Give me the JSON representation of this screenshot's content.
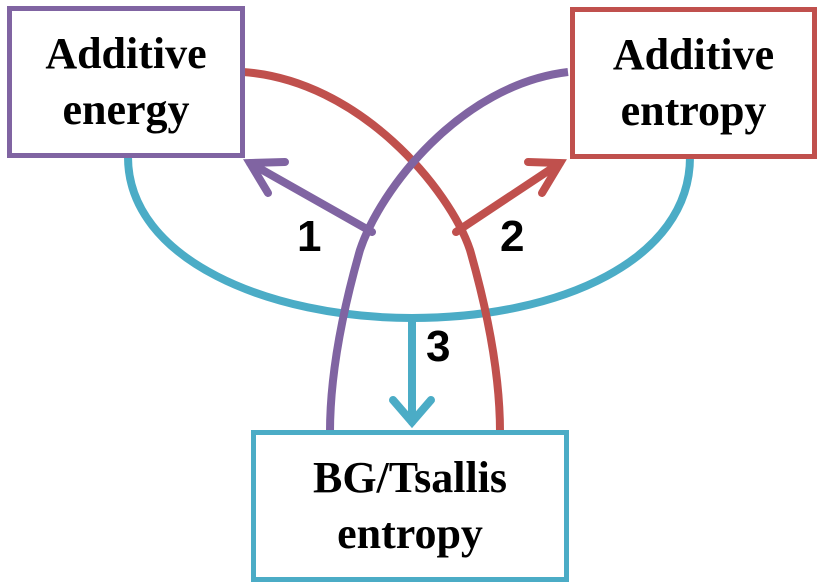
{
  "colors": {
    "purple": "#8064a2",
    "red": "#c0504d",
    "cyan": "#4bacc6"
  },
  "boxes": {
    "energy": {
      "line1": "Additive",
      "line2": "energy"
    },
    "entropy": {
      "line1": "Additive",
      "line2": "entropy"
    },
    "bg": {
      "line1": "BG/Tsallis",
      "line2": "entropy"
    }
  },
  "labels": {
    "one": "1",
    "two": "2",
    "three": "3"
  }
}
